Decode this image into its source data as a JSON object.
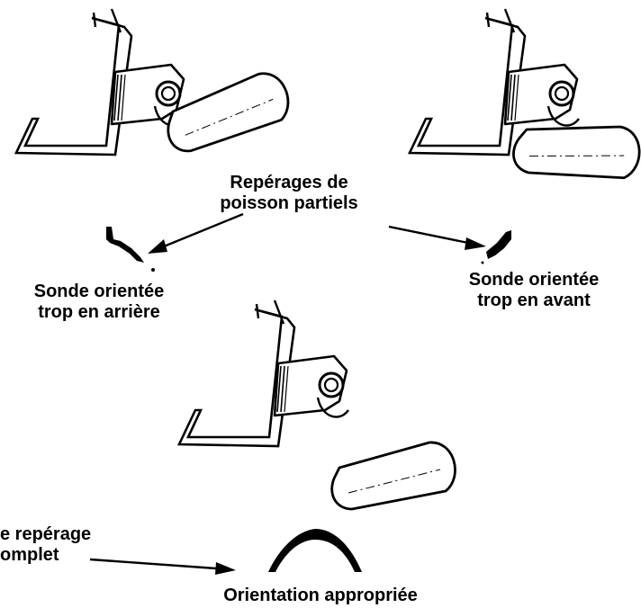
{
  "labels": {
    "partial_arches": {
      "line1": "Repérages de",
      "line2": "poisson partiels"
    },
    "aimed_back": {
      "line1": "Sonde orientée",
      "line2": "trop en arrière"
    },
    "aimed_forward": {
      "line1": "Sonde orientée",
      "line2": "trop en avant"
    },
    "complete_arch": {
      "line1": "e repérage",
      "line2": "omplet"
    },
    "proper": {
      "line1": "Orientation appropriée"
    }
  },
  "colors": {
    "ink": "#000000",
    "paper": "#ffffff"
  }
}
